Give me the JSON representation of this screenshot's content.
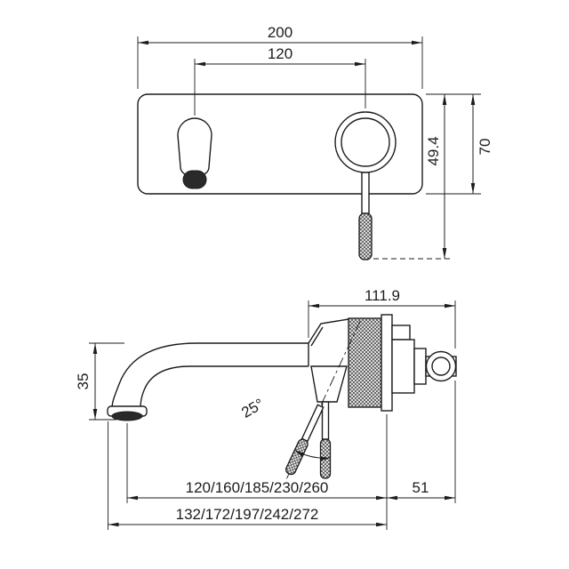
{
  "drawing": {
    "kind": "wall-basin-mixer-technical-drawing",
    "colors": {
      "line": "#1c1c1c",
      "background": "#ffffff"
    },
    "top_view": {
      "dim_width": "200",
      "dim_centers": "120",
      "dim_height": "70",
      "dim_handle": "49.4"
    },
    "side_view": {
      "dim_depth": "111.9",
      "dim_drop": "35",
      "dim_angle": "25°",
      "dim_reach": "120/160/185/230/260",
      "dim_wall": "51",
      "dim_total": "132/172/197/242/272"
    }
  }
}
